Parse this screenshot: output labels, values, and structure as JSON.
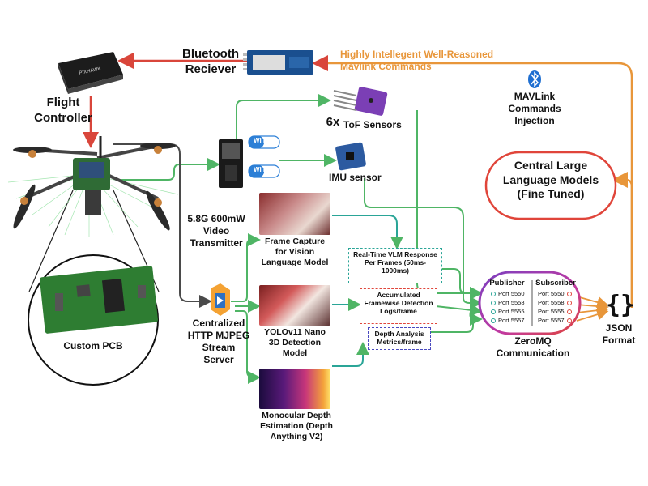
{
  "labels": {
    "bluetooth_receiver": "Bluetooth\nReciever",
    "flight_controller": "Flight\nController",
    "mavlink_commands": "Highly Intellegent Well-Reasoned\nMavlink Commands",
    "mavlink_injection": "MAVLink\nCommands\nInjection",
    "tof_sensors_count": "6x",
    "tof_sensors": "ToF Sensors",
    "imu_sensor": "IMU sensor",
    "wifi": "Wi Fi",
    "video_tx": "5.8G 600mW\nVideo\nTransmitter",
    "llm": "Central Large\nLanguage Models\n(Fine Tuned)",
    "frame_capture": "Frame Capture\nfor Vision\nLanguage Model",
    "vlm_response": "Real-Time VLM Response\nPer Frames (50ms-\n1000ms)",
    "detection_logs": "Accumulated\nFramewise Detection\nLogs/frame",
    "depth_metrics": "Depth Analysis\nMetrics/frame",
    "stream_server": "Centralized\nHTTP MJPEG\nStream\nServer",
    "yolo": "YOLOv11 Nano\n3D Detection\nModel",
    "depth_model": "Monocular Depth\nEstimation (Depth\nAnything V2)",
    "custom_pcb": "Custom PCB",
    "zeromq": "ZeroMQ\nCommunication",
    "publisher": "Publisher",
    "subscriber": "Subscriber",
    "json_symbol": "{}",
    "json_format": "JSON\nFormat"
  },
  "publisher_ports": [
    "Port 5550",
    "Port 5558",
    "Port 5555",
    "Port 5557"
  ],
  "subscriber_ports": [
    "Port 5550",
    "Port 5558",
    "Port 5555",
    "Port 5557"
  ],
  "colors": {
    "red": "#d9463b",
    "orange": "#e8963a",
    "green": "#57b86a",
    "teal": "#2aa597",
    "gray": "#4a4a4a",
    "purple": "#8b3fbf",
    "llm_red": "#e0453a"
  }
}
